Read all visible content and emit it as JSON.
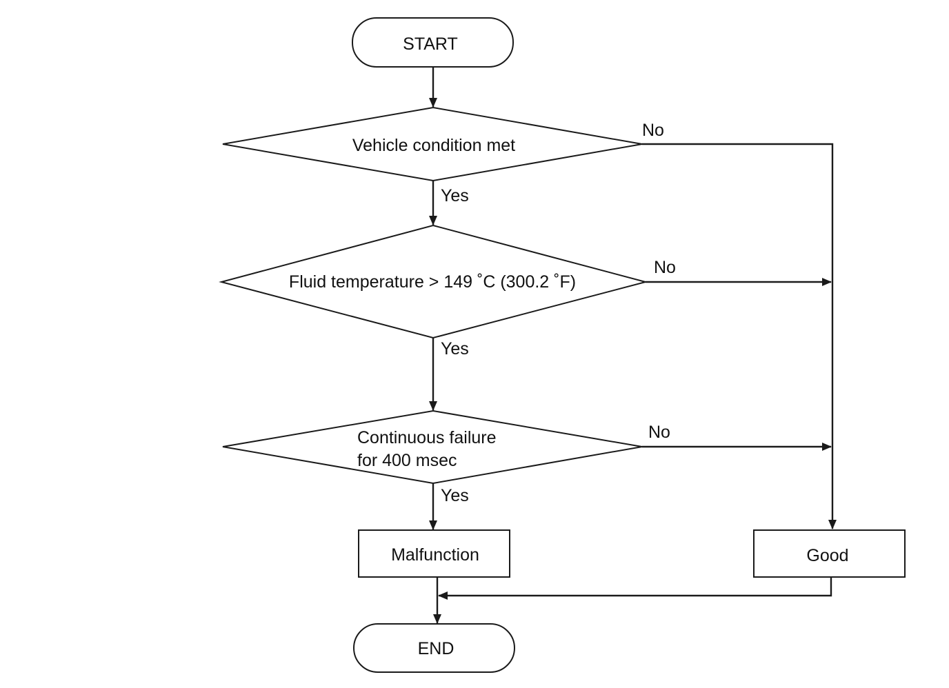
{
  "nodes": {
    "start": {
      "label": "START"
    },
    "vehicle_condition": {
      "label": "Vehicle condition met"
    },
    "fluid_temperature": {
      "label": "Fluid temperature > 149 ˚C (300.2 ˚F)"
    },
    "continuous_failure": {
      "line1": "Continuous failure",
      "line2": "for 400 msec"
    },
    "malfunction": {
      "label": "Malfunction"
    },
    "good": {
      "label": "Good"
    },
    "end": {
      "label": "END"
    }
  },
  "edges": {
    "vehicle_condition_yes": "Yes",
    "vehicle_condition_no": "No",
    "fluid_temperature_yes": "Yes",
    "fluid_temperature_no": "No",
    "continuous_failure_yes": "Yes",
    "continuous_failure_no": "No"
  }
}
